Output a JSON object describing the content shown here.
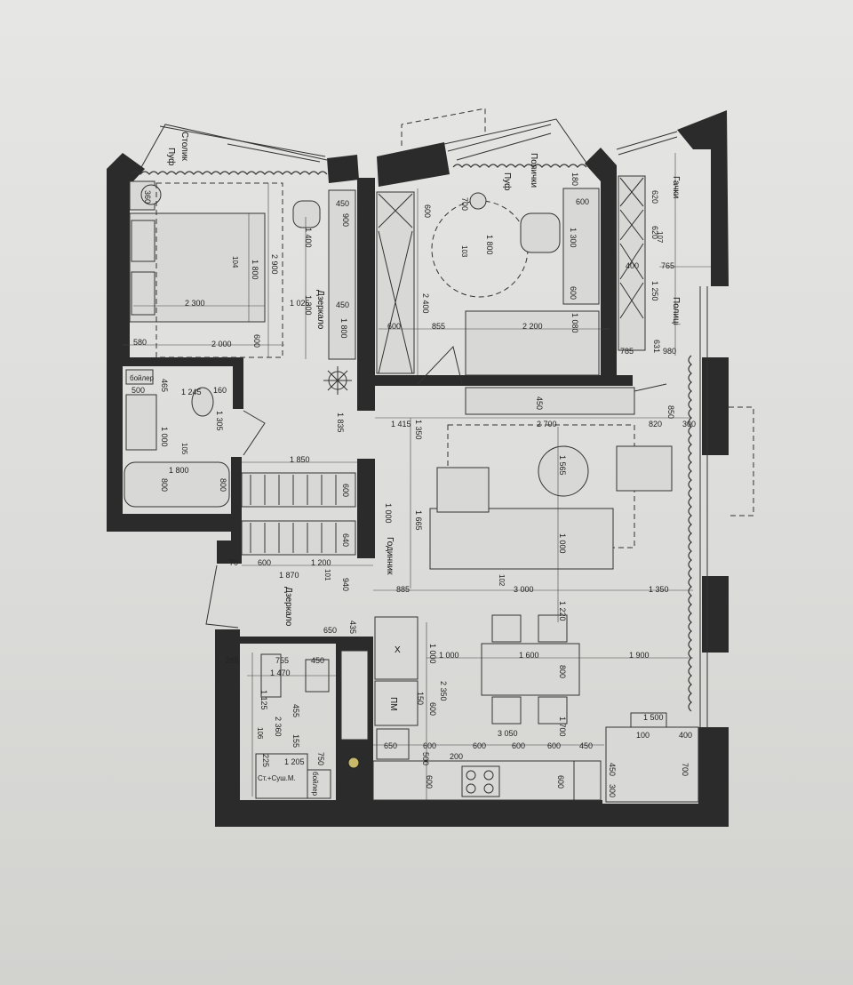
{
  "labels": {
    "stolyk": "Столик",
    "puf_bedroom": "Пуф",
    "puf_study": "Пуф",
    "polychky": "Полички",
    "gachky": "Гачки",
    "polytsi": "Полиці",
    "dzerkalo_bed": "Дзеркало",
    "dzerkalo_hall": "Дзеркало",
    "bojler_bath": "бойлер",
    "godynnyk": "Годинник",
    "pm": "ПМ",
    "boiler_wc": "бойлер",
    "st_sush": "Ст.+Суш.М.",
    "x_mark": "X"
  },
  "rooms": {
    "r104": "104",
    "r103": "103",
    "r107": "107",
    "r105": "105",
    "r102": "102",
    "r101": "101",
    "r106": "106"
  },
  "dims": {
    "d360": "360",
    "d450a": "450",
    "d900": "900",
    "d1400": "1 400",
    "d1800a": "1 800",
    "d2900": "2 900",
    "d2300": "2 300",
    "d1025": "1 025",
    "d1300a": "1 300",
    "d450b": "450",
    "d1800b": "1 800",
    "d580": "580",
    "d2000": "2 000",
    "d600a": "600",
    "d600b": "600",
    "d700": "700",
    "d1800c": "1 800",
    "d2400": "2 400",
    "d600c": "600",
    "d855": "855",
    "d2200": "2 200",
    "d1080": "1 080",
    "d600d": "600",
    "d1300b": "1 300",
    "d600e": "600",
    "d180": "180",
    "d620a": "620",
    "d620b": "620",
    "d400a": "400",
    "d765": "765",
    "d1250": "1 250",
    "d785": "785",
    "d631": "631",
    "d980": "980",
    "d450c": "450",
    "d500": "500",
    "d465": "465",
    "d1245": "1 245",
    "d160": "160",
    "d1305": "1 305",
    "d1000a": "1 000",
    "d1800d": "1 800",
    "d800a": "800",
    "d800b": "800",
    "d1835": "1 835",
    "d1415": "1 415",
    "d1350": "1 350",
    "d2700": "2 700",
    "d820": "820",
    "d850": "850",
    "d300": "300",
    "d1850": "1 850",
    "d600f": "600",
    "d1000b": "1 000",
    "d1565": "1 565",
    "d1665": "1 665",
    "d1000c": "1 000",
    "d640": "640",
    "d70": "70",
    "d600g": "600",
    "d1200": "1 200",
    "d1870": "1 870",
    "d940": "940",
    "d885": "885",
    "d3000": "3 000",
    "d1350b": "1 350",
    "d1220": "1 220",
    "d650a": "650",
    "d435": "435",
    "d265": "265",
    "d755": "755",
    "d450d": "450",
    "d1470": "1 470",
    "d1125": "1 125",
    "d455": "455",
    "d2360": "2 360",
    "d155": "155",
    "d1205": "1 205",
    "d750": "750",
    "d225": "225",
    "d1000d": "1 000",
    "d1000e": "1 000",
    "d1600": "1 600",
    "d800c": "800",
    "d1900": "1 900",
    "d2350": "2 350",
    "d600h": "600",
    "d150": "150",
    "d3050": "3 050",
    "d1700": "1 700",
    "d1500": "1 500",
    "d100": "100",
    "d400b": "400",
    "d650b": "650",
    "d600i": "600",
    "d600j": "600",
    "d600k": "600",
    "d600l": "600",
    "d450e": "450",
    "d500b": "500",
    "d200": "200",
    "d600m": "600",
    "d600n": "600",
    "d450f": "450",
    "d700b": "700",
    "d300b": "300"
  }
}
